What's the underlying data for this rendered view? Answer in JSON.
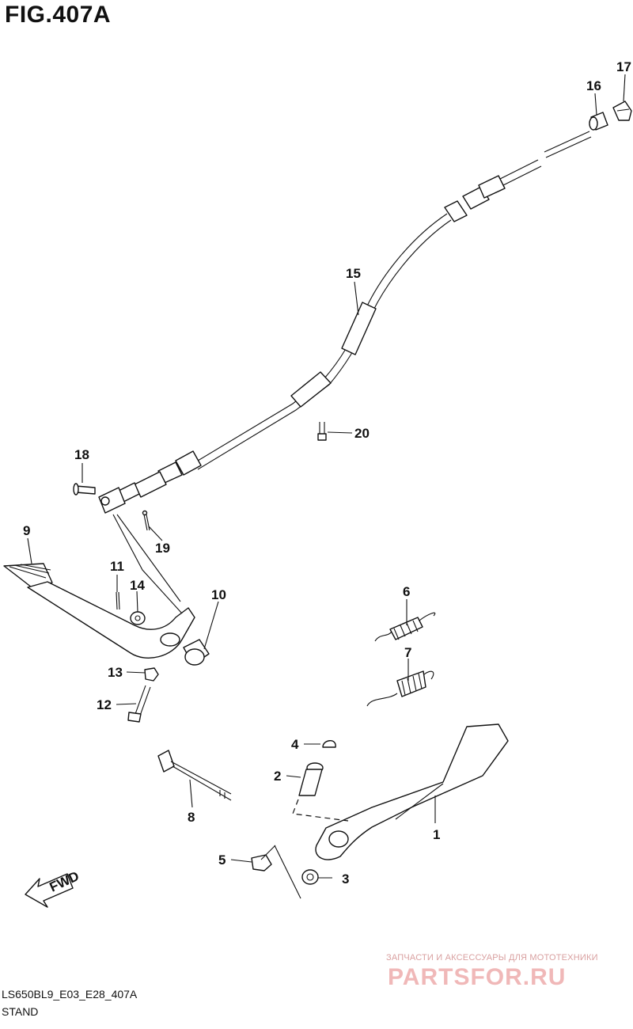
{
  "figure": {
    "title": "FIG.407A",
    "code": "LS650BL9_E03_E28_407A",
    "section": "STAND",
    "fwd_label": "FWD"
  },
  "callouts": [
    "1",
    "2",
    "3",
    "4",
    "5",
    "6",
    "7",
    "8",
    "9",
    "10",
    "11",
    "12",
    "13",
    "14",
    "15",
    "16",
    "17",
    "18",
    "19",
    "20"
  ],
  "watermark": {
    "tagline": "ЗАПЧАСТИ И АКСЕССУАРЫ ДЛЯ МОТОТЕХНИКИ",
    "logo": "PARTSFOR.RU"
  }
}
